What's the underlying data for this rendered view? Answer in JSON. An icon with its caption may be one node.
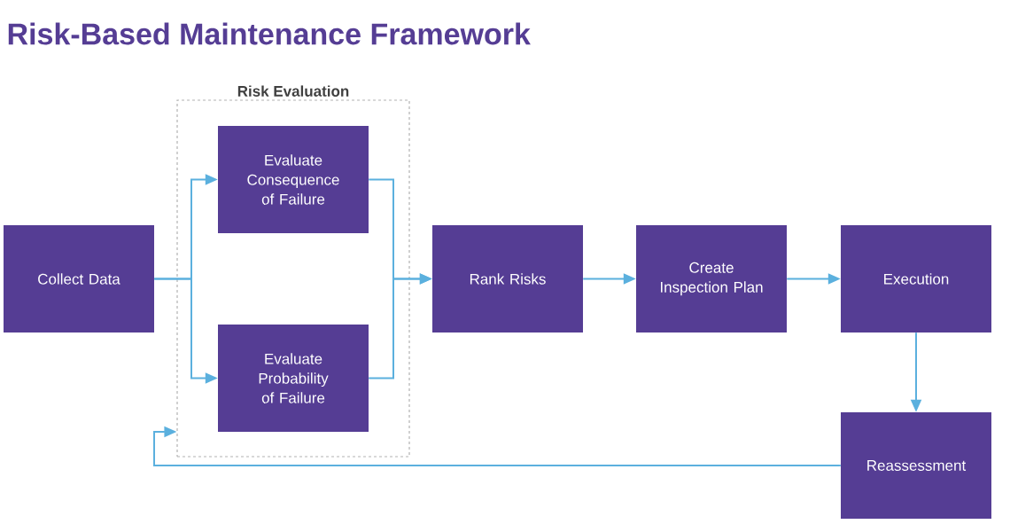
{
  "diagram": {
    "title": "Risk-Based Maintenance Framework",
    "nodes": [
      {
        "text": [
          "Risk Evaluation"
        ]
      },
      {
        "text": [
          "Collect Data"
        ]
      },
      {
        "text": [
          "Evaluate Consequence of Failure"
        ],
        "in": 0
      },
      {
        "text": [
          "Evaluate Probability of Failure"
        ],
        "in": 0
      },
      {
        "text": [
          "Rank Risks"
        ]
      },
      {
        "text": [
          "Create Inspection Plan"
        ]
      },
      {
        "text": [
          "Execution"
        ]
      },
      {
        "text": [
          "Reassessment"
        ]
      }
    ],
    "edges": [
      {
        "from": 1,
        "to": 2,
        "arrow": "to"
      },
      {
        "from": 1,
        "to": 3,
        "arrow": "to"
      },
      {
        "from": 2,
        "to": 4,
        "arrow": "to"
      },
      {
        "from": 3,
        "to": 4,
        "arrow": "to"
      },
      {
        "from": 4,
        "to": 5,
        "arrow": "to"
      },
      {
        "from": 5,
        "to": 6,
        "arrow": "to"
      },
      {
        "from": 6,
        "to": 7,
        "arrow": "to"
      },
      {
        "from": 7,
        "to": 0,
        "arrow": "to"
      }
    ]
  }
}
